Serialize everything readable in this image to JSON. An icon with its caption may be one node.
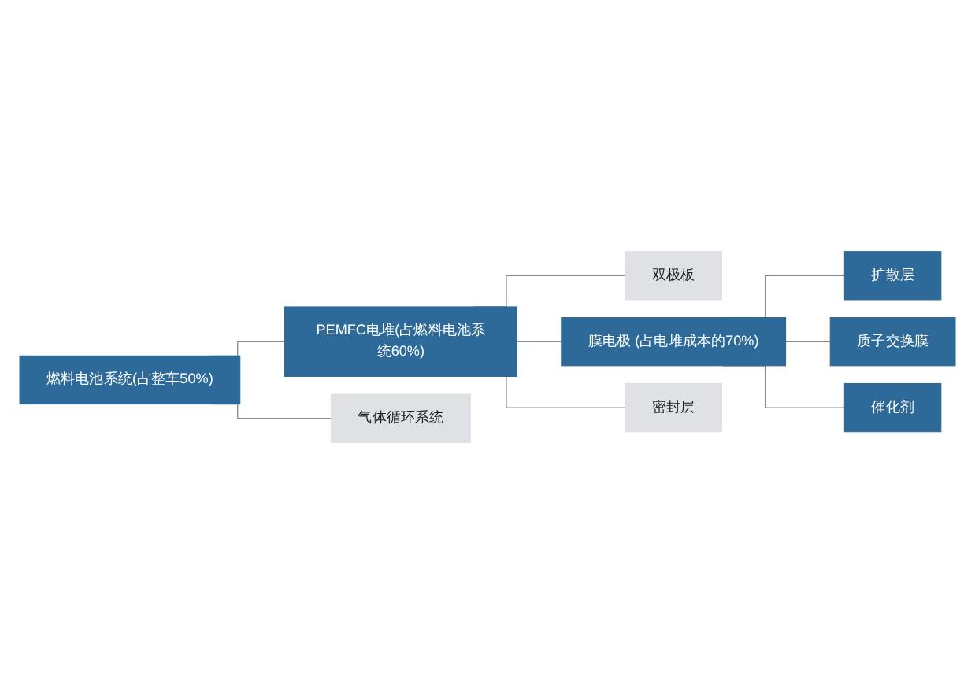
{
  "diagram": {
    "nodes": [
      {
        "text": [
          "燃料电池系统(占整车50%)"
        ]
      },
      {
        "text": [
          "PEMFC电堆(占燃料电池系统60%)"
        ]
      },
      {
        "text": [
          "双极板"
        ]
      },
      {
        "text": [
          "膜电极 (占电堆成本的70%)"
        ]
      },
      {
        "text": [
          "扩散层"
        ]
      },
      {
        "text": [
          "质子交换膜"
        ]
      },
      {
        "text": [
          "催化剂"
        ]
      },
      {
        "text": [
          "密封层"
        ]
      },
      {
        "text": [
          "气体循环系统"
        ]
      }
    ],
    "edges": [
      {
        "from": 0,
        "to": 1,
        "arrow": "none"
      },
      {
        "from": 0,
        "to": 8,
        "arrow": "none"
      },
      {
        "from": 1,
        "to": 2,
        "arrow": "none"
      },
      {
        "from": 1,
        "to": 3,
        "arrow": "none"
      },
      {
        "from": 1,
        "to": 7,
        "arrow": "none"
      },
      {
        "from": 3,
        "to": 4,
        "arrow": "none"
      },
      {
        "from": 3,
        "to": 5,
        "arrow": "none"
      },
      {
        "from": 3,
        "to": 6,
        "arrow": "none"
      }
    ]
  }
}
